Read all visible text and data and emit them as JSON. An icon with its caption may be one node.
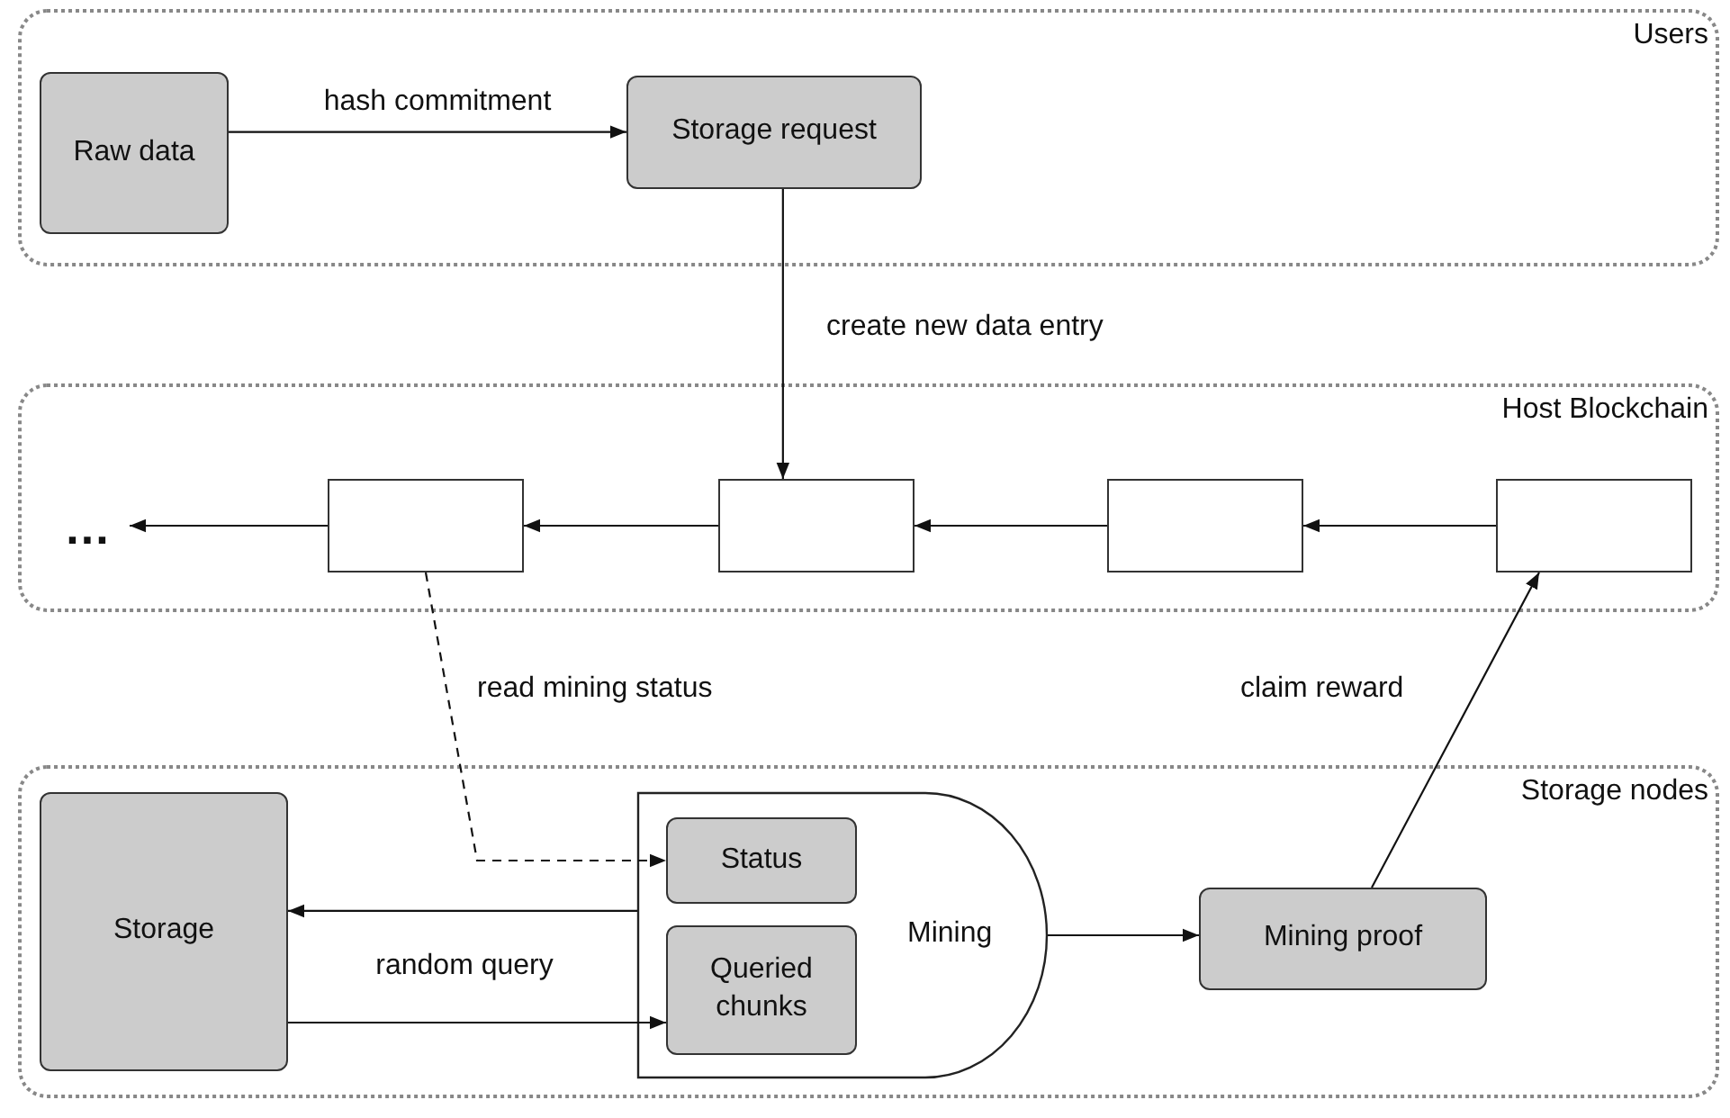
{
  "diagram": {
    "nodes": [
      {
        "text": [
          "Users"
        ]
      },
      {
        "text": [
          "Raw data"
        ],
        "in": 0
      },
      {
        "text": [
          "Storage request"
        ],
        "in": 0
      },
      {
        "text": [
          "Host Blockchain"
        ]
      },
      {
        "text": [
          "..."
        ],
        "in": 3
      },
      {
        "text": [],
        "shape": "box",
        "in": 3
      },
      {
        "text": [],
        "shape": "box",
        "in": 3
      },
      {
        "text": [],
        "shape": "box",
        "in": 3
      },
      {
        "text": [],
        "shape": "box",
        "in": 3
      },
      {
        "text": [
          "Storage nodes"
        ]
      },
      {
        "text": [
          "Storage"
        ],
        "in": 9
      },
      {
        "text": [
          "Mining"
        ],
        "in": 9
      },
      {
        "text": [
          "Status"
        ],
        "in": 11
      },
      {
        "text": [
          "Queried chunks"
        ],
        "in": 11
      },
      {
        "text": [
          "Mining proof"
        ],
        "in": 9
      }
    ],
    "edges": [
      {
        "from": 1,
        "to": 2,
        "arrow": "to",
        "label": "hash commitment"
      },
      {
        "from": 2,
        "to": 6,
        "arrow": "to",
        "label": "create new data entry"
      },
      {
        "from": 8,
        "to": 7,
        "arrow": "to"
      },
      {
        "from": 7,
        "to": 6,
        "arrow": "to"
      },
      {
        "from": 6,
        "to": 5,
        "arrow": "to"
      },
      {
        "from": 5,
        "to": 4,
        "arrow": "to"
      },
      {
        "from": 5,
        "to": 12,
        "arrow": "to",
        "label": "read mining status",
        "style": "dashed"
      },
      {
        "from": 11,
        "to": 10,
        "arrow": "to",
        "label": "random query"
      },
      {
        "from": 10,
        "to": 13,
        "arrow": "to"
      },
      {
        "from": 11,
        "to": 14,
        "arrow": "to"
      },
      {
        "from": 14,
        "to": 8,
        "arrow": "to",
        "label": "claim reward"
      }
    ]
  }
}
